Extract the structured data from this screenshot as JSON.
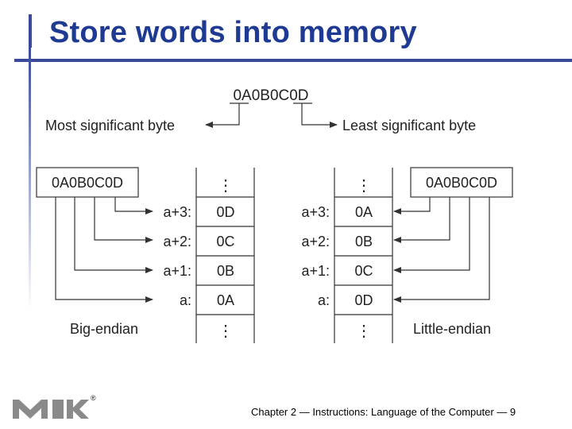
{
  "slide": {
    "title": "Store words into memory",
    "footer": "Chapter 2 — Instructions: Language of the Computer — 9",
    "logo_text": "MK",
    "registered_mark": "®"
  },
  "diagram": {
    "word": "0A0B0C0D",
    "msb_label": "Most significant byte",
    "lsb_label": "Least significant byte",
    "ellipsis": "⋮",
    "big_endian": {
      "label": "Big-endian",
      "word_box": "0A0B0C0D",
      "rows": [
        {
          "addr": "a+3:",
          "value": "0D"
        },
        {
          "addr": "a+2:",
          "value": "0C"
        },
        {
          "addr": "a+1:",
          "value": "0B"
        },
        {
          "addr": "a:",
          "value": "0A"
        }
      ]
    },
    "little_endian": {
      "label": "Little-endian",
      "word_box": "0A0B0C0D",
      "rows": [
        {
          "addr": "a+3:",
          "value": "0A"
        },
        {
          "addr": "a+2:",
          "value": "0B"
        },
        {
          "addr": "a+1:",
          "value": "0C"
        },
        {
          "addr": "a:",
          "value": "0D"
        }
      ]
    }
  },
  "colors": {
    "title": "#1f3a93",
    "rule": "#3a4a9a",
    "line": "#333333",
    "logo": "#8a8a8a"
  }
}
